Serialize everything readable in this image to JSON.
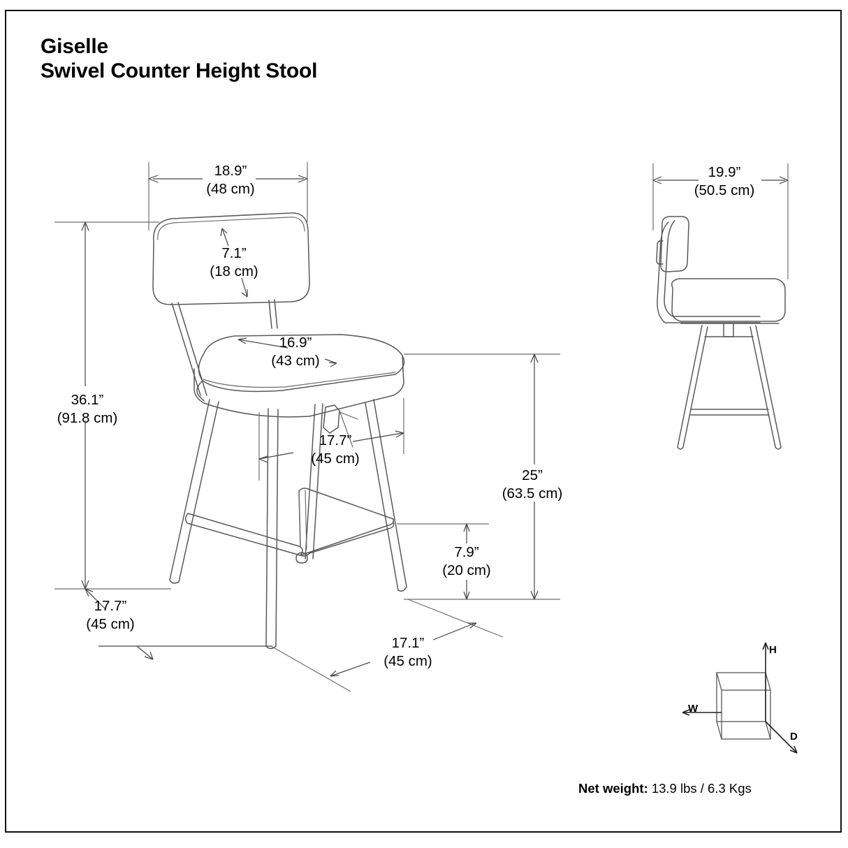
{
  "document": {
    "title_line1": "Giselle",
    "title_line2": "Swivel Counter Height Stool",
    "net_weight_label": "Net weight:",
    "net_weight_value": "13.9 lbs / 6.3 Kgs",
    "border_color": "#111111",
    "line_color": "#585858"
  },
  "dimensions": {
    "front_width": {
      "imperial": "18.9”",
      "metric": "(48 cm)"
    },
    "back_height": {
      "imperial": "7.1”",
      "metric": "(18 cm)"
    },
    "total_height": {
      "imperial": "36.1”",
      "metric": "(91.8 cm)"
    },
    "seat_width": {
      "imperial": "16.9”",
      "metric": "(43 cm)"
    },
    "leg_span_mid": {
      "imperial": "17.7”",
      "metric": "(45 cm)"
    },
    "seat_height": {
      "imperial": "25”",
      "metric": "(63.5 cm)"
    },
    "footrest_height": {
      "imperial": "7.9”",
      "metric": "(20 cm)"
    },
    "base_depth_left": {
      "imperial": "17.7”",
      "metric": "(45 cm)"
    },
    "base_depth_right": {
      "imperial": "17.1”",
      "metric": "(45 cm)"
    },
    "side_depth": {
      "imperial": "19.9”",
      "metric": "(50.5 cm)"
    }
  },
  "axis_cube": {
    "height_label": "H",
    "width_label": "W",
    "depth_label": "D"
  }
}
